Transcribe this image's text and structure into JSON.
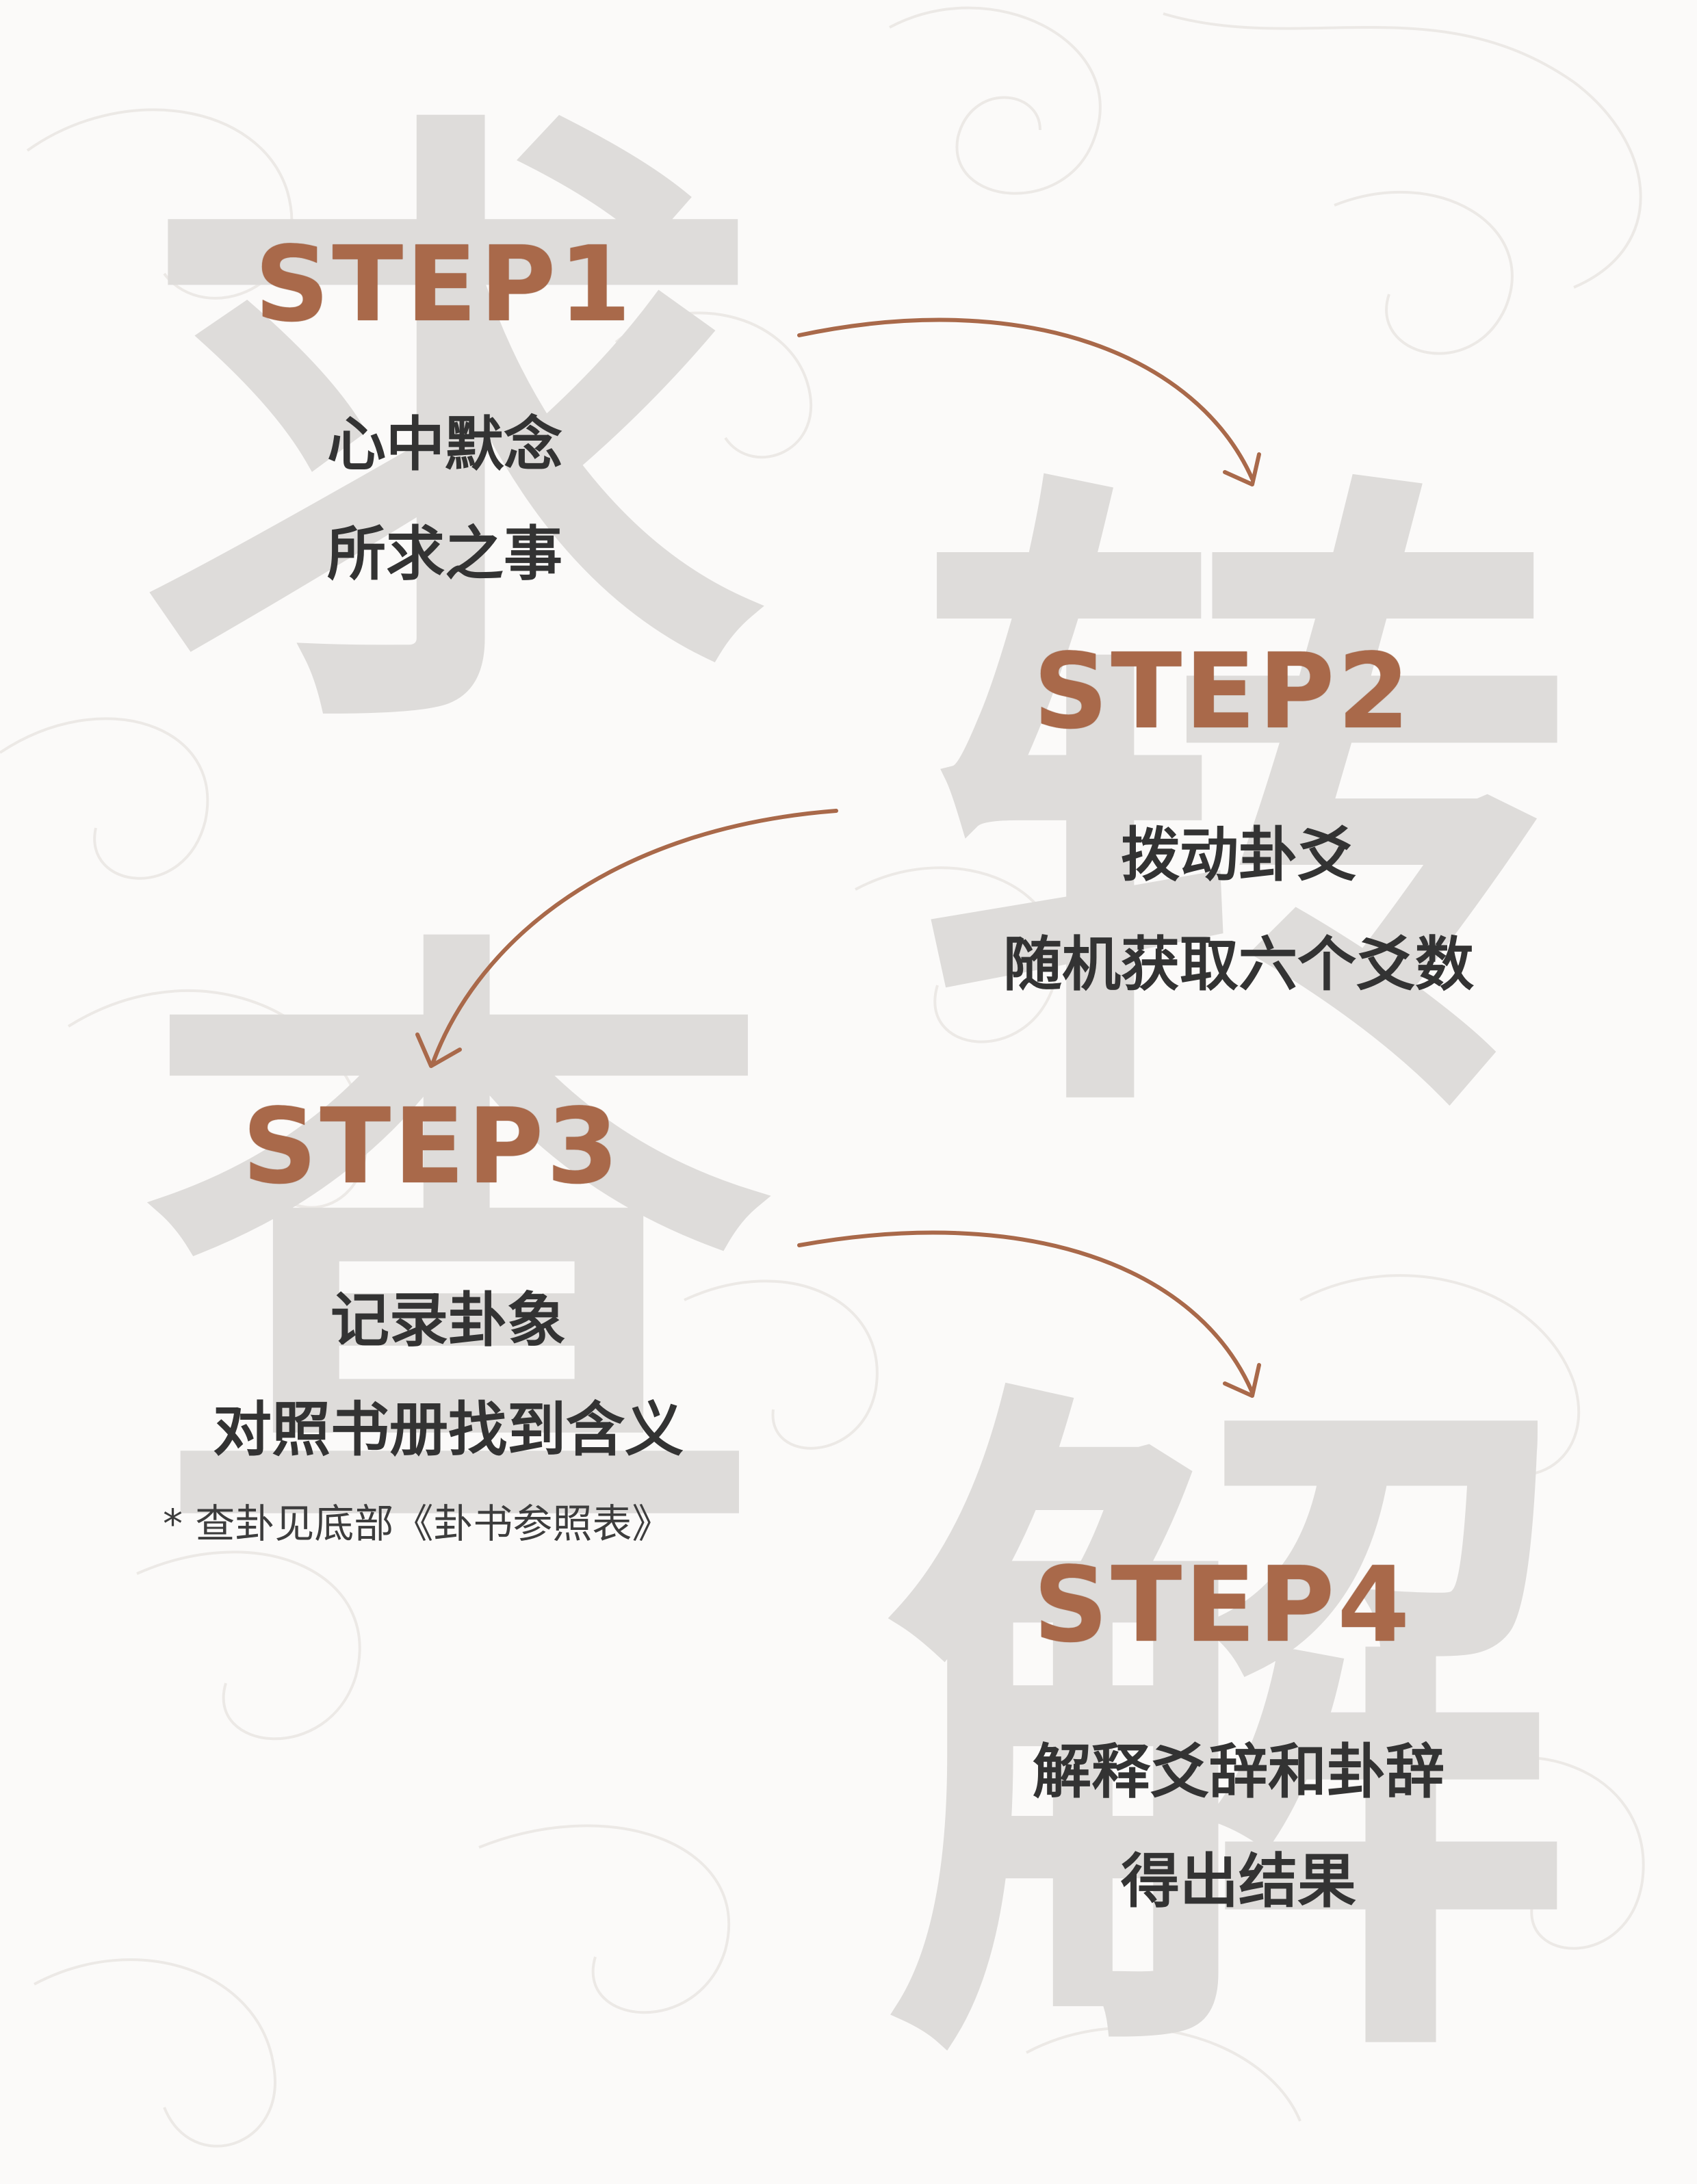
{
  "watermarks": {
    "qiu": "求",
    "zhuan": "转",
    "cha": "查",
    "jie": "解"
  },
  "steps": [
    {
      "title": "STEP1",
      "lines": [
        "心中默念",
        "所求之事"
      ]
    },
    {
      "title": "STEP2",
      "lines": [
        "拨动卦爻",
        "随机获取六个爻数"
      ]
    },
    {
      "title": "STEP3",
      "lines": [
        "记录卦象",
        "对照书册找到含义"
      ],
      "note": "* 查卦见底部《卦书参照表》"
    },
    {
      "title": "STEP4",
      "lines": [
        "解释爻辞和卦辞",
        "得出结果"
      ]
    }
  ],
  "colors": {
    "accent": "#a9694a",
    "arrow": "#a9694a",
    "watermark": "#dedcda",
    "text": "#333333",
    "background": "#fbfaf9"
  }
}
